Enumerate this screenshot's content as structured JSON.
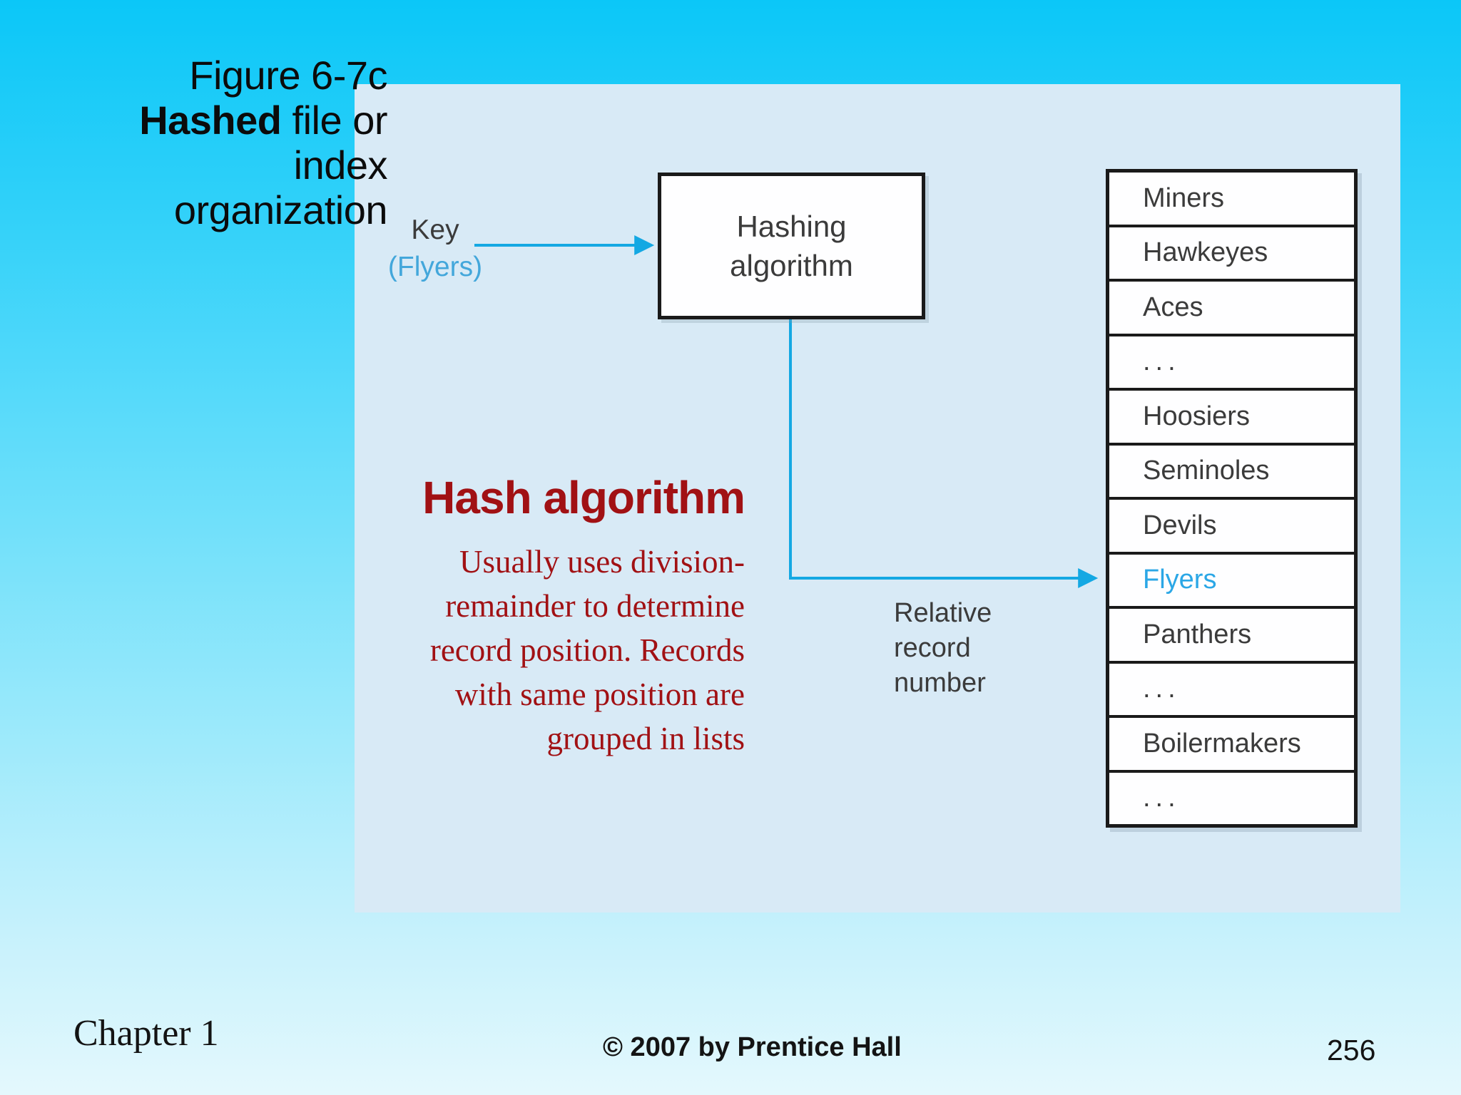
{
  "title": {
    "line1": "Figure 6-7c",
    "line2_bold": "Hashed",
    "line2_rest": " file or",
    "line3": "index",
    "line4": "organization"
  },
  "key": {
    "label": "Key",
    "value": "(Flyers)"
  },
  "hash_box": {
    "line1": "Hashing",
    "line2": "algorithm"
  },
  "relative_label": {
    "line1": "Relative",
    "line2": "record",
    "line3": "number"
  },
  "note": {
    "heading": "Hash algorithm",
    "body_lines": [
      "Usually uses division-",
      "remainder to determine",
      "record position. Records",
      "with same position are",
      "grouped in lists"
    ]
  },
  "table": {
    "rows": [
      {
        "label": "Miners"
      },
      {
        "label": "Hawkeyes"
      },
      {
        "label": "Aces"
      },
      {
        "label": "...",
        "cls": "dots"
      },
      {
        "label": "Hoosiers"
      },
      {
        "label": "Seminoles"
      },
      {
        "label": "Devils"
      },
      {
        "label": "Flyers",
        "cls": "highlight"
      },
      {
        "label": "Panthers"
      },
      {
        "label": "...",
        "cls": "dots"
      },
      {
        "label": "Boilermakers"
      },
      {
        "label": "...",
        "cls": "dots"
      }
    ]
  },
  "footer": {
    "chapter": "Chapter 1",
    "copyright": "© 2007 by Prentice Hall",
    "page": "256"
  },
  "colors": {
    "arrow_blue": "#14a8e3",
    "highlight_blue": "#2ba7e6",
    "key_value_blue": "#43a7db",
    "note_red": "#a11114",
    "panel_light_blue": "#d8eaf6",
    "background_cyan_top": "#0bc7f8",
    "background_bottom": "#e4f8fd",
    "box_border_black": "#1a1a1a"
  }
}
